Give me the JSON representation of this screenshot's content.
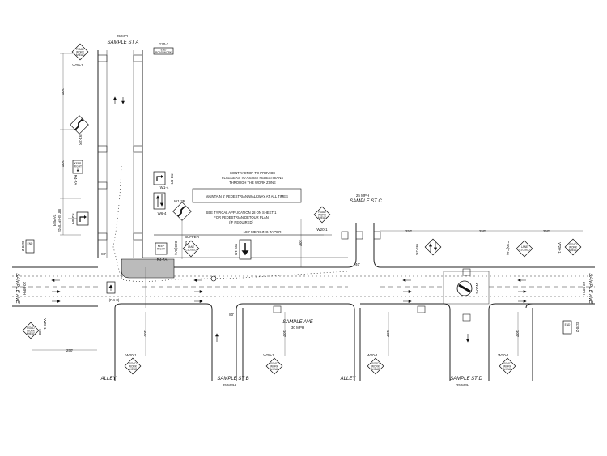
{
  "streets": {
    "st_a": {
      "name": "SAMPLE ST A",
      "speed": "25 MPH"
    },
    "st_b": {
      "name": "SAMPLE ST B",
      "speed": "25 MPH"
    },
    "st_c": {
      "name": "SAMPLE ST C",
      "speed": "25 MPH"
    },
    "st_d": {
      "name": "SAMPLE ST D",
      "speed": "25 MPH"
    },
    "ave_center": {
      "name": "SAMPLE AVE",
      "speed": "30 MPH"
    },
    "ave_left": {
      "name": "SAMPLE AVE",
      "speed": "30 MPH"
    },
    "ave_right": {
      "name": "SAMPLE AVE",
      "speed": "30 MPH"
    },
    "alley_left": "ALLEY",
    "alley_right": "ALLEY"
  },
  "notes": {
    "flaggers": [
      "CONTRACTOR TO PROVIDE",
      "FLAGGERS TO ASSIST PEDESTRIANS",
      "THROUGH THE WORK ZONE"
    ],
    "walkway": "MAINTAIN 5' PEDESTRIAN WALKWAY AT ALL TIMES",
    "detour": [
      "SEE TYPICAL APPLICATION 28 ON SHEET 1",
      "FOR PEDESTRIAN DETOUR PLAN",
      "(IF REQUIRED)"
    ],
    "taper": "180' MERGING TAPER",
    "buffer": "BUFFER",
    "shifting_taper": [
      "88' SHIFTING",
      "TAPER"
    ]
  },
  "dimensions": {
    "d100_a": "100'",
    "d100_b": "100'",
    "d100_c": "100'",
    "d100_d": "100'",
    "d100_e": "100'",
    "d100_f": "100'",
    "d100_g": "100'",
    "d100_h": "100'",
    "d250_a": "250'",
    "d250_b": "250'",
    "d250_c": "250'",
    "d250_d": "250'",
    "d80_a": "80'",
    "d80_b": "80'",
    "d40_a": "40'",
    "d40_b": "40'"
  },
  "sign_codes": {
    "w20_1_top": "W20-1",
    "w20_1_c": "W20-1",
    "w20_1_left": "W20-1",
    "w20_1_b1": "W20-1",
    "w20_1_b2": "W20-1",
    "w20_1_b3": "W20-1",
    "w20_1_b4": "W20-1",
    "w20_1_right": "W20-1",
    "g20_2_top": "G20-2",
    "g20_2_left": "G20-2",
    "g20_2_right": "G20-2",
    "w1_3r_a": "W1-3R",
    "w1_3r_b": "W1-3R",
    "w1_4": "W1-4",
    "w6_4": "W6-4",
    "w4_2r": "W4-2R",
    "r4_7a_a": "R4-7A",
    "r4_7a_b": "R4-7A",
    "r3_5r": "R3-5R",
    "r3_5r_b": "R3-5R",
    "r4_8": "(R4-8)",
    "c30_ca": "C30(CA)",
    "c30_ca_b": "C30(CA)",
    "w9_1r": "W9-1R",
    "w20_4": "W20-4"
  },
  "sign_faces": {
    "road_work_ahead": [
      "ROAD",
      "WORK",
      "AHEAD"
    ],
    "end_road_work": [
      "END",
      "ROAD WORK"
    ],
    "keep_right": [
      "KEEP",
      "RIGHT"
    ],
    "lane_closed": [
      "LANE",
      "CLOSED"
    ]
  }
}
